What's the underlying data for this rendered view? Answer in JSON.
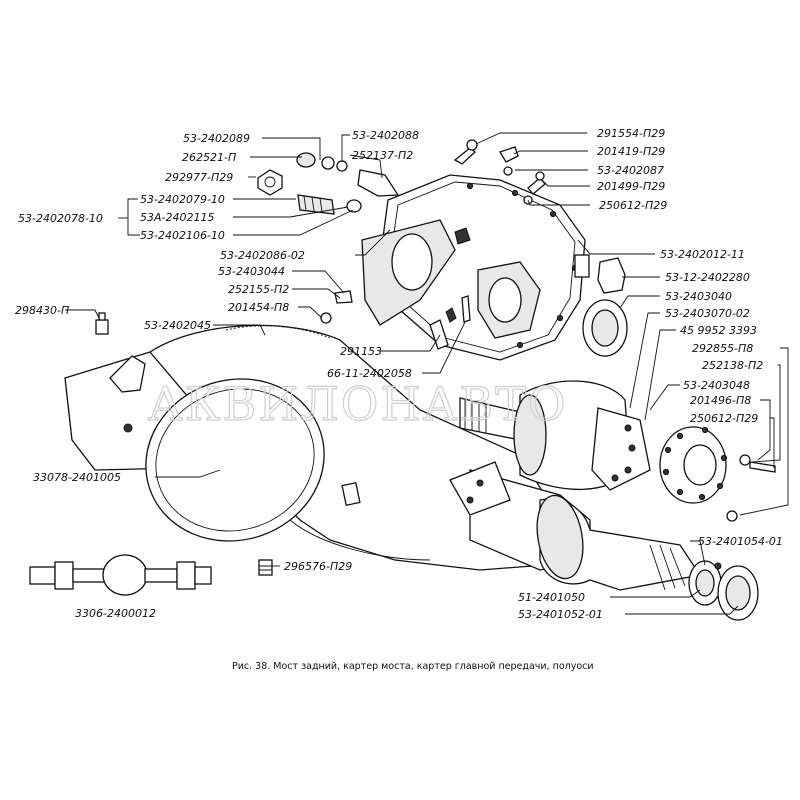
{
  "caption": "Рис. 38. Мост задний, картер моста, картер главной передачи, полуоси",
  "watermark": "АКВИЛОНАВТО",
  "labels": {
    "l01": "53-2402089",
    "l02": "262521-П",
    "l03": "292977-П29",
    "l04": "53-2402079-10",
    "l05": "53А-2402115",
    "l06": "53-2402106-10",
    "l07": "53-2402078-10",
    "l08": "53-2402088",
    "l09": "252137-П2",
    "l10": "53-2402086-02",
    "l11": "53-2403044",
    "l12": "252155-П2",
    "l13": "201454-П8",
    "l14": "298430-П",
    "l15": "53-2402045",
    "l16": "291153",
    "l17": "66-11-2402058",
    "l18": "291554-П29",
    "l19": "201419-П29",
    "l20": "53-2402087",
    "l21": "201499-П29",
    "l22": "250612-П29",
    "l23": "53-2402012-11",
    "l24": "53-12-2402280",
    "l25": "53-2403040",
    "l26": "53-2403070-02",
    "l27": "45 9952 3393",
    "l28": "292855-П8",
    "l29": "252138-П2",
    "l30": "53-2403048",
    "l31": "201496-П8",
    "l32": "250612-П29",
    "l33": "33078-2401005",
    "l34": "53-2401054-01",
    "l35": "296576-П29",
    "l36": "51-2401050",
    "l37": "53-2401052-01",
    "l38": "3306-2400012"
  }
}
